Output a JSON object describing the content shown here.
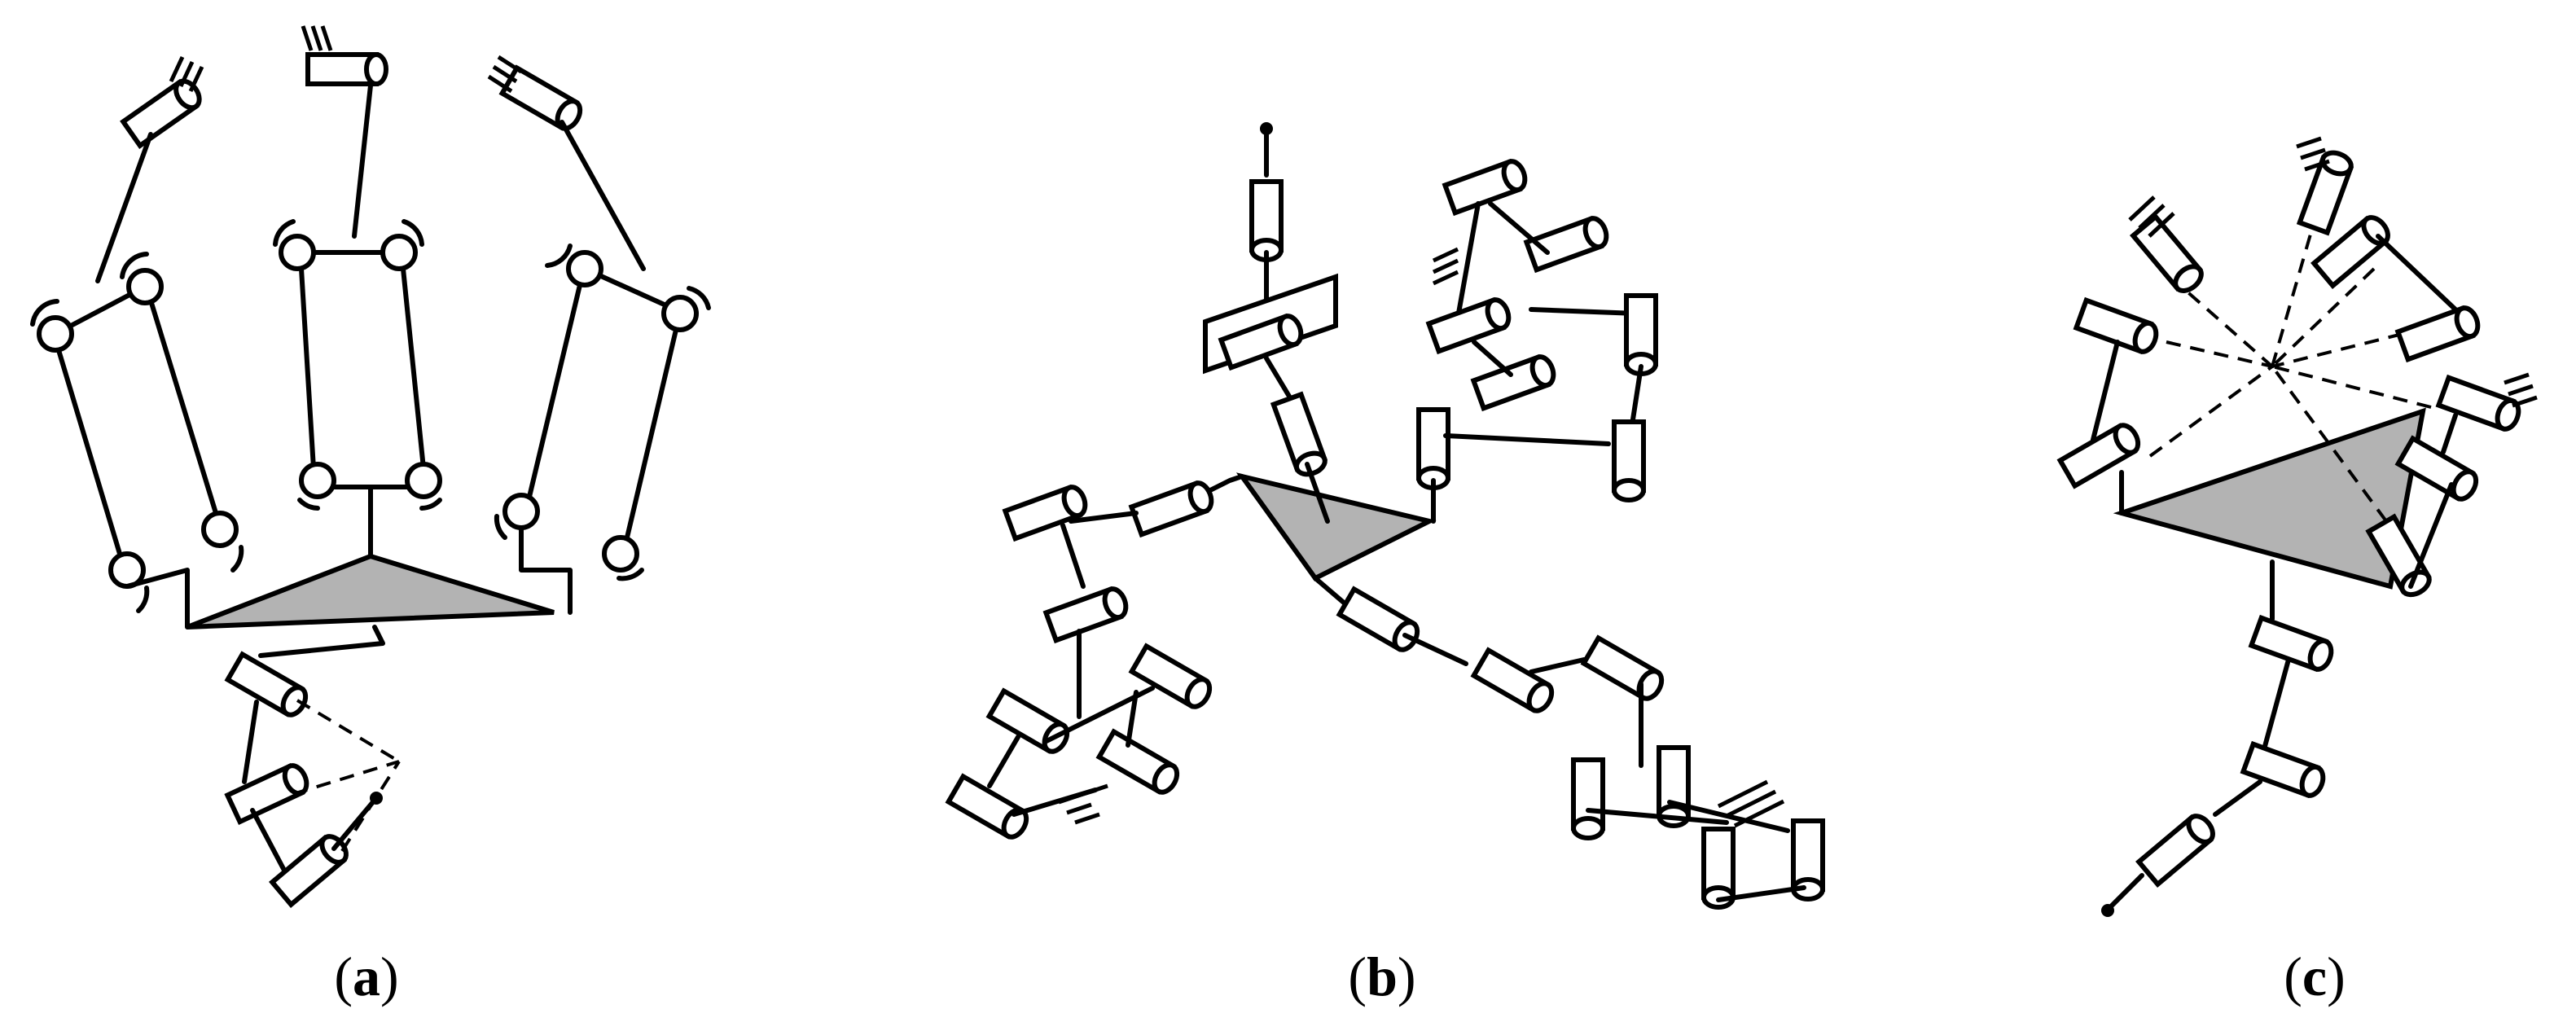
{
  "panels": [
    {
      "id": "a",
      "label": "a"
    },
    {
      "id": "b",
      "label": "b"
    },
    {
      "id": "c",
      "label": "c"
    }
  ],
  "colors": {
    "line": "#000000",
    "platform_fill": "#b3b3b3",
    "joint_fill": "#ffffff"
  },
  "icons": [
    "revolute-joint-icon",
    "spherical-joint-icon",
    "ground-hatch-icon",
    "end-effector-point-icon"
  ]
}
